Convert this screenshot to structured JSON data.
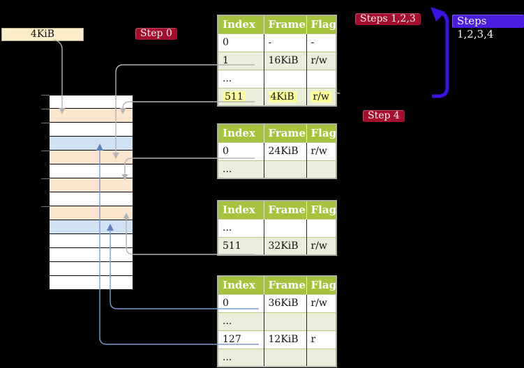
{
  "diagram": {
    "colors": {
      "bg": "#000000",
      "header_green": "#a6c33d",
      "row_green": "#e9efdb",
      "cell_orange": "#fce5cd",
      "cell_blue": "#cfe2f3",
      "cell_white": "#ffffff",
      "label_cream": "#fbeec9",
      "badge_red": "#a50e2d",
      "badge_blue": "#4b1de1",
      "highlight_yellow": "#ffff9c",
      "connector_gray": "#b4b4b4",
      "connector_blue": "#7d9cd3",
      "big_arrow_blue": "#3b12e3"
    },
    "page_size_label": "4KiB",
    "badges": {
      "step0": "Step 0",
      "steps123": "Steps 1,2,3",
      "steps1234": "Steps 1,2,3,4",
      "step4": "Step 4"
    },
    "memory": {
      "cells": [
        "white",
        "orange",
        "white",
        "blue",
        "orange",
        "white",
        "orange",
        "white",
        "orange",
        "blue",
        "white",
        "white",
        "white",
        "white"
      ]
    },
    "tables": [
      {
        "id": "pt1",
        "headers": [
          "Index",
          "Frame",
          "Flags"
        ],
        "rows": [
          {
            "cells": [
              "0",
              "-",
              "-"
            ],
            "shade": false,
            "highlight": false
          },
          {
            "cells": [
              "1",
              "16KiB",
              "r/w"
            ],
            "shade": true,
            "highlight": false
          },
          {
            "cells": [
              "...",
              "",
              ""
            ],
            "shade": false,
            "highlight": false
          },
          {
            "cells": [
              "511",
              "4KiB",
              "r/w"
            ],
            "shade": true,
            "highlight": true
          }
        ]
      },
      {
        "id": "pt2",
        "headers": [
          "Index",
          "Frame",
          "Flags"
        ],
        "rows": [
          {
            "cells": [
              "0",
              "24KiB",
              "r/w"
            ],
            "shade": false,
            "highlight": false
          },
          {
            "cells": [
              "...",
              "",
              ""
            ],
            "shade": true,
            "highlight": false
          }
        ]
      },
      {
        "id": "pt3",
        "headers": [
          "Index",
          "Frame",
          "Flags"
        ],
        "rows": [
          {
            "cells": [
              "...",
              "",
              ""
            ],
            "shade": false,
            "highlight": false
          },
          {
            "cells": [
              "511",
              "32KiB",
              "r/w"
            ],
            "shade": true,
            "highlight": false
          }
        ]
      },
      {
        "id": "pt4",
        "headers": [
          "Index",
          "Frame",
          "Flags"
        ],
        "rows": [
          {
            "cells": [
              "0",
              "36KiB",
              "r/w"
            ],
            "shade": false,
            "highlight": false
          },
          {
            "cells": [
              "...",
              "",
              ""
            ],
            "shade": true,
            "highlight": false
          },
          {
            "cells": [
              "127",
              "12KiB",
              "r"
            ],
            "shade": false,
            "highlight": false
          },
          {
            "cells": [
              "...",
              "",
              ""
            ],
            "shade": true,
            "highlight": false
          }
        ]
      }
    ]
  }
}
